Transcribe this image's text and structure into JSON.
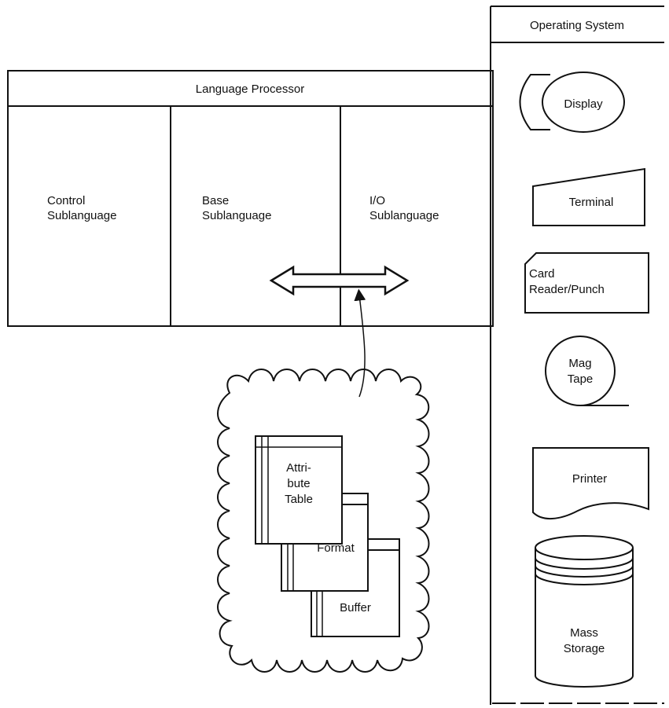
{
  "language_processor": {
    "title": "Language Processor",
    "sections": [
      {
        "line1": "Control",
        "line2": "Sublanguage"
      },
      {
        "line1": "Base",
        "line2": "Sublanguage"
      },
      {
        "line1": "I/O",
        "line2": "Sublanguage"
      }
    ]
  },
  "operating_system": {
    "title": "Operating System",
    "devices": {
      "display": "Display",
      "terminal": "Terminal",
      "card_reader": {
        "line1": "Card",
        "line2": "Reader/Punch"
      },
      "mag_tape": {
        "line1": "Mag",
        "line2": "Tape"
      },
      "printer": "Printer",
      "mass_storage": {
        "line1": "Mass",
        "line2": "Storage"
      }
    }
  },
  "data_cloud": {
    "attribute_table": {
      "line1": "Attri-",
      "line2": "bute",
      "line3": "Table"
    },
    "format": "Format",
    "buffer": "Buffer"
  }
}
